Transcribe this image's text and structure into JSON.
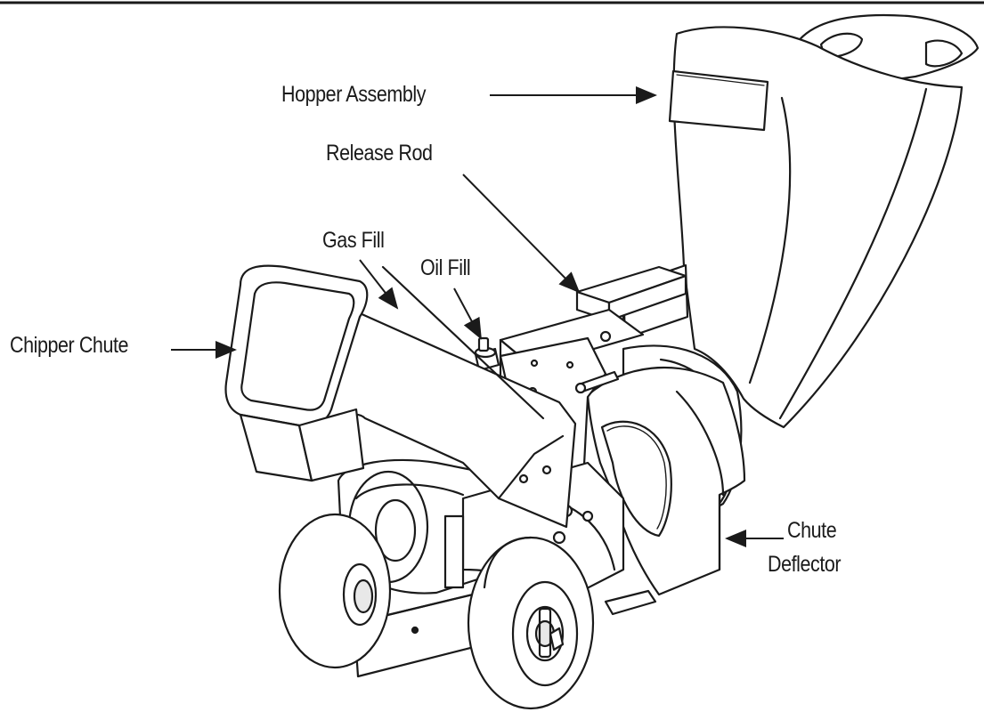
{
  "diagram": {
    "labels": {
      "hopper": "Hopper Assembly",
      "release": "Release Rod",
      "gas": "Gas Fill",
      "oil": "Oil Fill",
      "chipper": "Chipper Chute",
      "chute_line1": "Chute",
      "chute_line2": "Deflector"
    },
    "colors": {
      "ink": "#1a1a1a",
      "fill": "#ffffff",
      "shade": "#e8e8e8"
    }
  }
}
